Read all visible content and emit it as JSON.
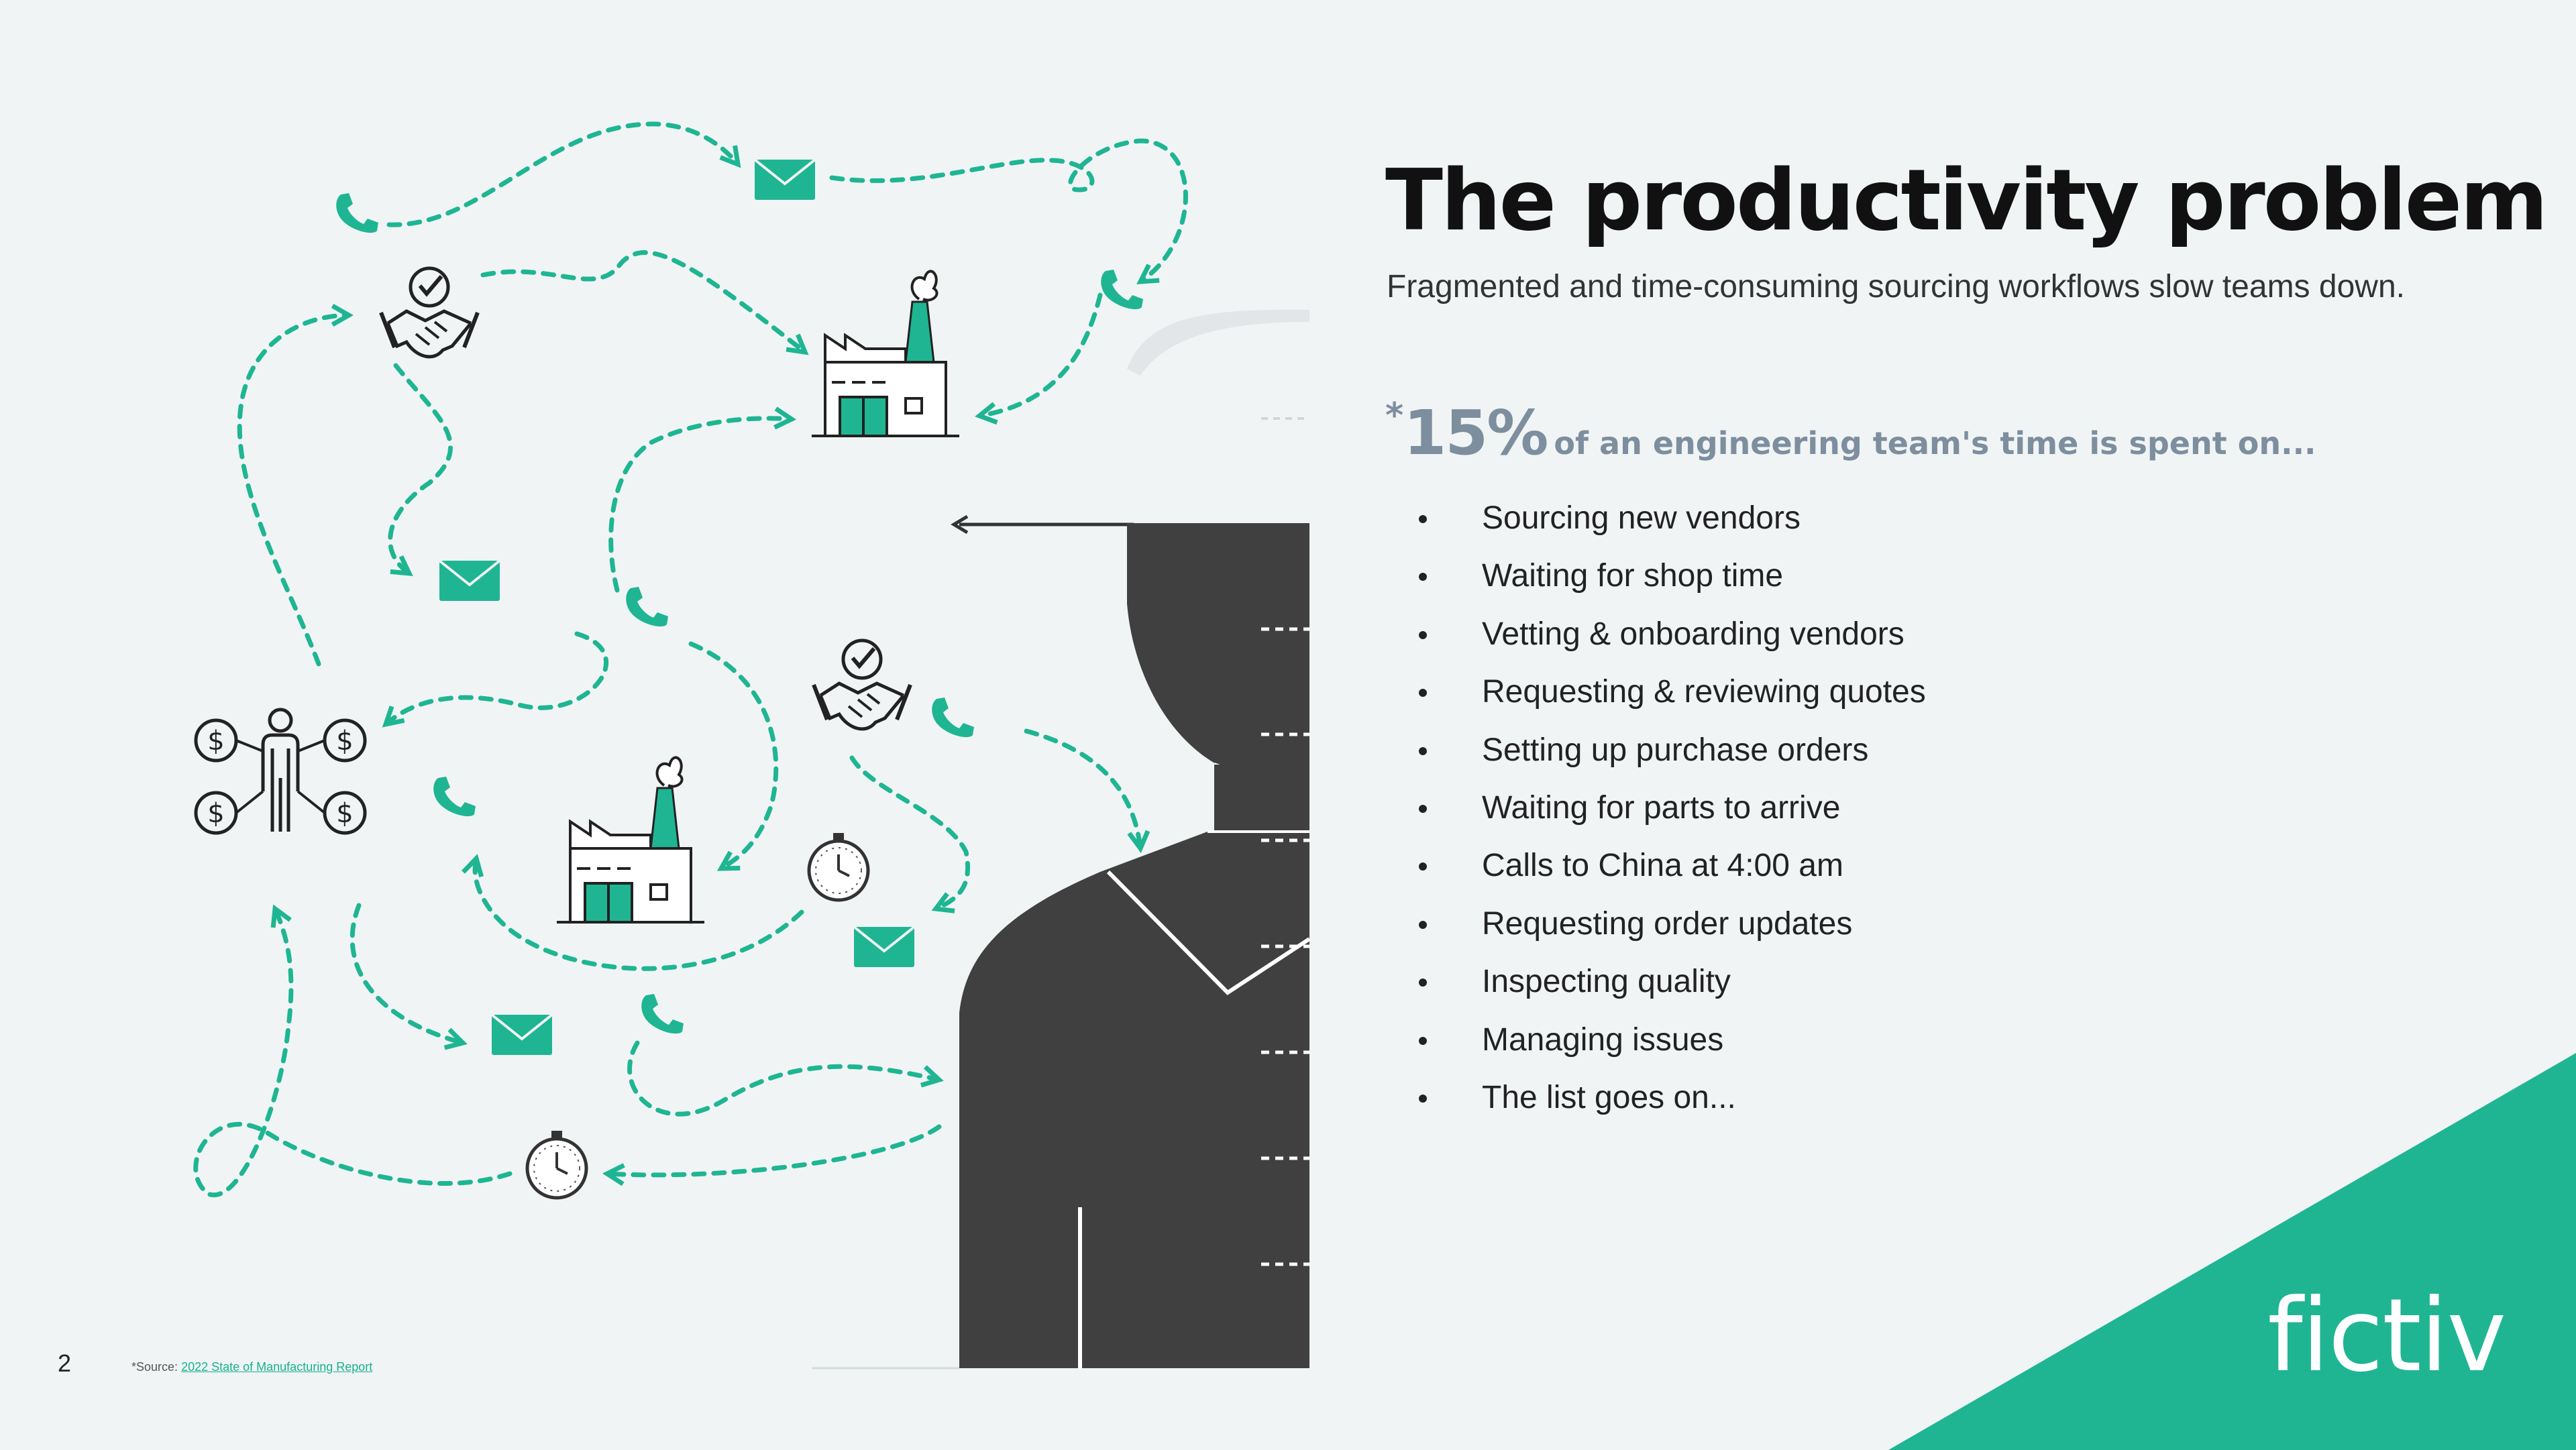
{
  "slide": {
    "title": "The productivity problem",
    "subtitle": "Fragmented and time-consuming sourcing workflows slow teams down.",
    "stat": {
      "asterisk": "*",
      "number": "15%",
      "text": "of an engineering team's time is spent on..."
    },
    "bullets": [
      "Sourcing new vendors",
      "Waiting for shop time",
      "Vetting & onboarding vendors",
      "Requesting & reviewing quotes",
      "Setting up purchase orders",
      "Waiting for parts to arrive",
      "Calls to China at 4:00 am",
      "Requesting order updates",
      "Inspecting quality",
      "Managing issues",
      "The list goes on..."
    ],
    "page_number": "2",
    "footnote": {
      "prefix": "*Source:",
      "link_text": "2022 State of Manufacturing Report"
    },
    "brand": "fictiv"
  },
  "colors": {
    "background": "#f0f4f5",
    "accent": "#1fb592",
    "text": "#111111",
    "stat": "#7d8e9e",
    "silhouette": "#404040"
  },
  "icons": [
    "phone-icon",
    "envelope-icon",
    "handshake-icon",
    "factory-icon",
    "stopwatch-icon",
    "investor-icon",
    "arrow-left-icon"
  ]
}
